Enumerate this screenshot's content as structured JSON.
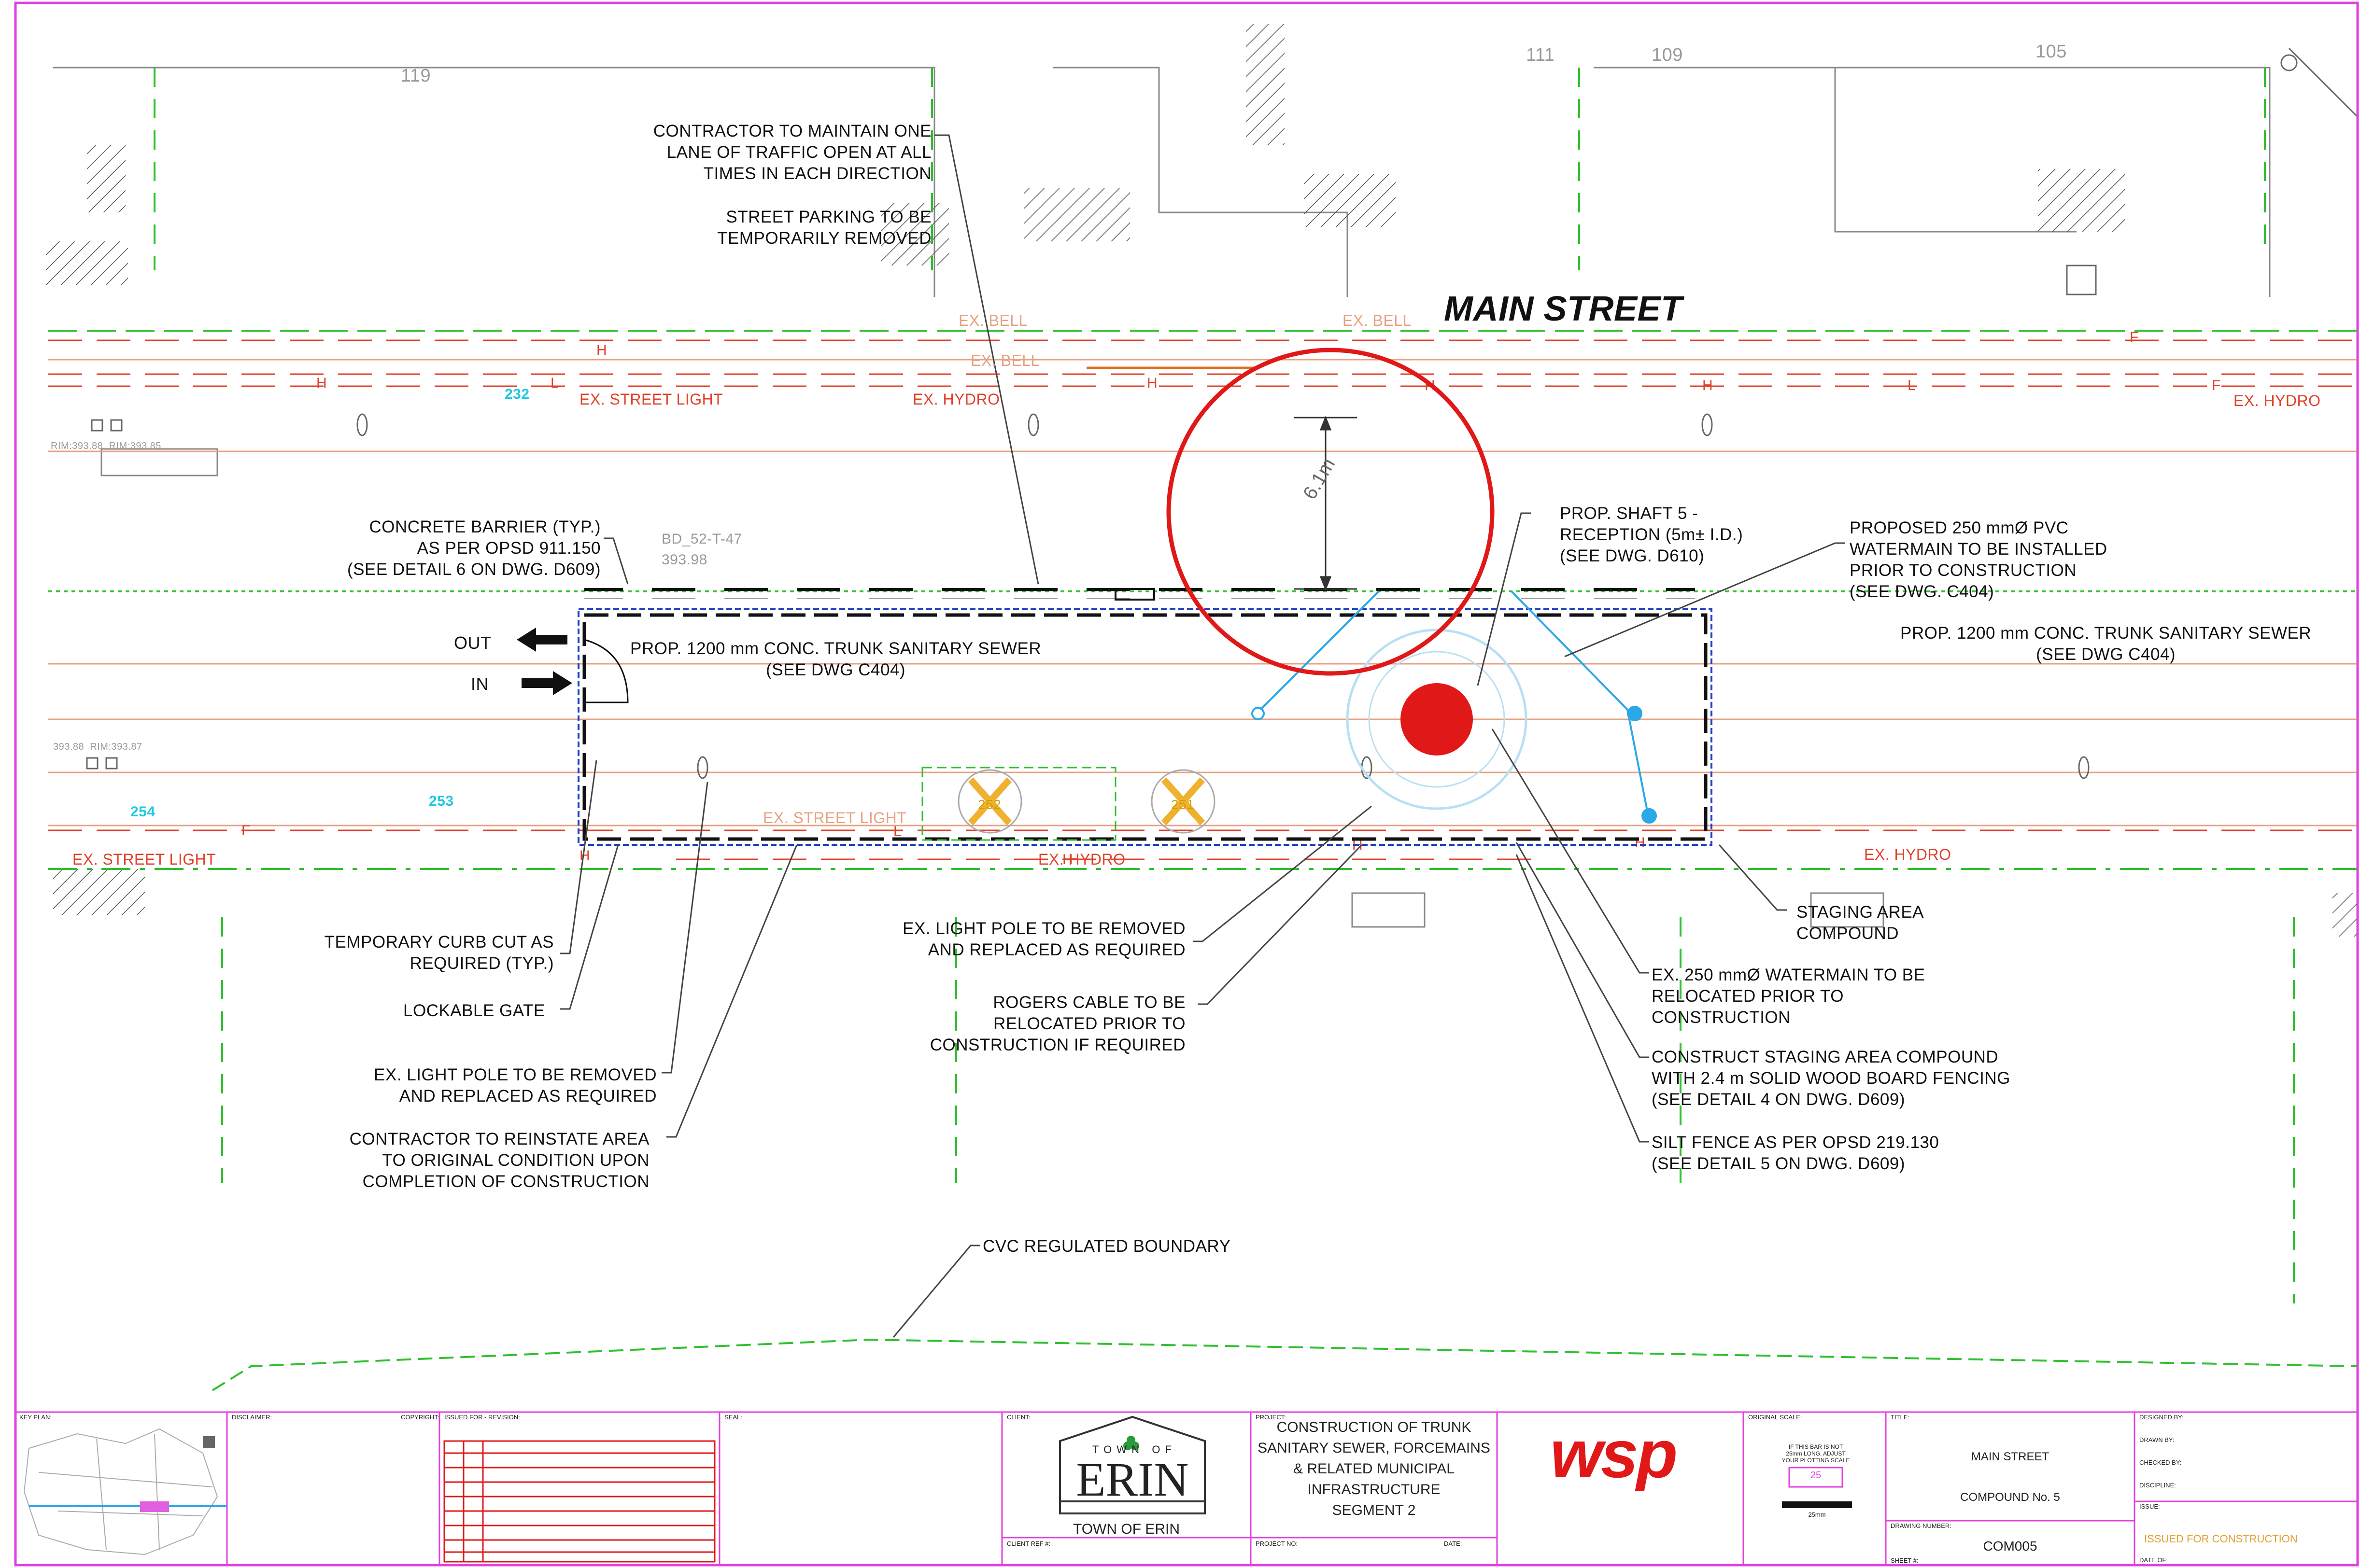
{
  "drawing": {
    "street_name": "MAIN STREET",
    "lot_numbers": [
      "119",
      "111",
      "109",
      "105"
    ],
    "station_labels": [
      "232",
      "254",
      "253",
      "252",
      "251"
    ],
    "utility_labels": {
      "ex_bell_1": "EX. BELL",
      "ex_bell_2": "EX. BELL",
      "ex_bell_3": "EX. BELL",
      "ex_hydro_1": "EX. HYDRO",
      "ex_hydro_2": "EX. HYDRO",
      "ex_hydro_3": "EX. HYDRO",
      "ex_hydro_4": "EX. HYDRO",
      "ex_street_light_1": "EX. STREET LIGHT",
      "ex_street_light_2": "EX. STREET LIGHT",
      "ex_street_light_3": "EX. STREET LIGHT"
    },
    "dimension": "6.1m",
    "out_label": "OUT",
    "in_label": "IN",
    "benchmark_1": "BD_52-T-47",
    "benchmark_2": "393.98",
    "elev_1": "RIM:393.88  RIM:393.85",
    "elev_2": "393.88  RIM:393.87",
    "notes": {
      "traffic": "CONTRACTOR TO MAINTAIN ONE\nLANE OF TRAFFIC OPEN AT ALL\nTIMES IN EACH DIRECTION",
      "parking": "STREET PARKING TO BE\nTEMPORARILY REMOVED",
      "barrier": "CONCRETE BARRIER (TYP.)\nAS PER OPSD 911.150\n(SEE DETAIL 6 ON DWG. D609)",
      "shaft": "PROP. SHAFT 5 -\nRECEPTION (5m± I.D.)\n(SEE DWG. D610)",
      "watermain_prop": "PROPOSED 250 mmØ PVC\nWATERMAIN TO BE INSTALLED\nPRIOR TO CONSTRUCTION\n(SEE DWG. C404)",
      "sewer_left": "PROP. 1200 mm CONC. TRUNK SANITARY SEWER\n(SEE DWG C404)",
      "sewer_right": "PROP. 1200 mm CONC. TRUNK SANITARY SEWER\n(SEE DWG C404)",
      "curb_cut": "TEMPORARY CURB CUT AS\nREQUIRED (TYP.)",
      "gate": "LOCKABLE GATE",
      "light_pole_left": "EX. LIGHT POLE TO BE REMOVED\nAND REPLACED AS REQUIRED",
      "reinstate": "CONTRACTOR TO REINSTATE AREA\nTO ORIGINAL CONDITION UPON\nCOMPLETION OF CONSTRUCTION",
      "light_pole_mid": "EX. LIGHT POLE TO BE REMOVED\nAND REPLACED AS REQUIRED",
      "rogers": "ROGERS CABLE TO BE\nRELOCATED PRIOR TO\nCONSTRUCTION IF REQUIRED",
      "staging": "STAGING AREA\nCOMPOUND",
      "watermain_ex": "EX. 250 mmØ WATERMAIN TO BE\nRELOCATED PRIOR TO\nCONSTRUCTION",
      "compound": "CONSTRUCT STAGING AREA COMPOUND\nWITH 2.4 m SOLID WOOD BOARD FENCING\n(SEE DETAIL 4 ON DWG. D609)",
      "silt": "SILT FENCE AS PER OPSD 219.130\n(SEE DETAIL 5 ON DWG. D609)",
      "cvc": "CVC REGULATED BOUNDARY"
    }
  },
  "title_block": {
    "key_plan": "KEY PLAN:",
    "disclaimer": "DISCLAIMER:",
    "copyright": "COPYRIGHT:",
    "issued_for_revision": "ISSUED FOR - REVISION:",
    "seal": "SEAL:",
    "client": "CLIENT:",
    "town_of": "T O W N   O F",
    "erin": "ERIN",
    "town_of_erin": "TOWN OF ERIN",
    "client_ref": "CLIENT REF #:",
    "project": "PROJECT:",
    "project_title": "CONSTRUCTION OF TRUNK\nSANITARY SEWER, FORCEMAINS\n& RELATED MUNICIPAL\nINFRASTRUCTURE\nSEGMENT 2",
    "project_no": "PROJECT NO:",
    "date": "DATE:",
    "wsp": "wsp",
    "original_scale": "ORIGINAL SCALE:",
    "scale_note": "IF THIS BAR IS NOT\n25mm LONG, ADJUST\nYOUR PLOTTING SCALE",
    "scale_value": "25",
    "scale_unit": "25mm",
    "title_label": "TITLE:",
    "title_1": "MAIN STREET",
    "title_2": "COMPOUND No. 5",
    "drawing_number_label": "DRAWING NUMBER:",
    "drawing_number": "COM005",
    "sheet_label": "SHEET #:",
    "designed_by": "DESIGNED BY:",
    "drawn_by": "DRAWN BY:",
    "checked_by": "CHECKED BY:",
    "discipline": "DISCIPLINE:",
    "issue": "ISSUE:",
    "issue_status": "ISSUED FOR CONSTRUCTION",
    "date_of": "DATE OF:"
  },
  "colors": {
    "border": "#e040e0",
    "hydro": "#e0402a",
    "bell": "#e8a080",
    "green": "#30c030",
    "blue": "#1f3fbf",
    "cyan": "#2aa8e8",
    "station": "#20d0e0",
    "callout": "#e01818",
    "hatch": "#555555"
  }
}
